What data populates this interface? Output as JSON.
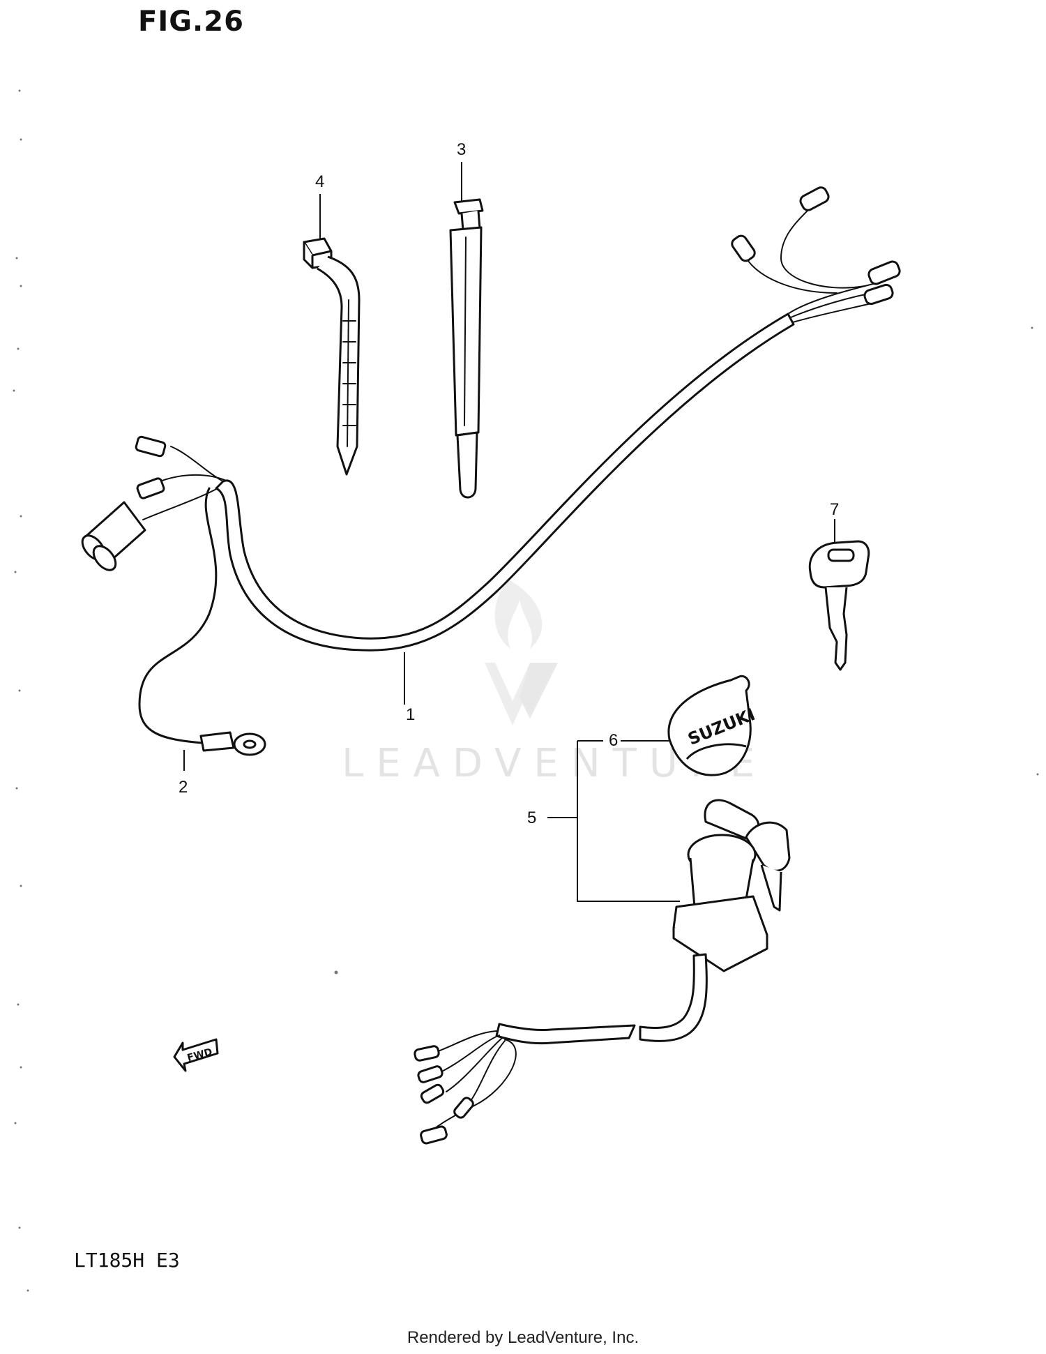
{
  "figure": {
    "title": "FIG.26",
    "model": "LT185H E3",
    "footer": "Rendered by LeadVenture, Inc."
  },
  "watermark": {
    "text": "LEADVENTURE",
    "logo": "leadventure-flame-logo"
  },
  "fwd_indicator": {
    "label": "FWD",
    "icon": "arrow-left-icon"
  },
  "ignition_cap_text": "SUZUKI",
  "callouts": [
    {
      "number": "1",
      "part": "wiring-harness"
    },
    {
      "number": "2",
      "part": "ground-wire"
    },
    {
      "number": "3",
      "part": "velcro-strap"
    },
    {
      "number": "4",
      "part": "cable-tie"
    },
    {
      "number": "5",
      "part": "ignition-switch-assembly"
    },
    {
      "number": "6",
      "part": "ignition-switch-cap"
    },
    {
      "number": "7",
      "part": "key"
    }
  ],
  "colors": {
    "line": "#111111",
    "watermark": "#e3e3e3",
    "background": "#ffffff"
  }
}
